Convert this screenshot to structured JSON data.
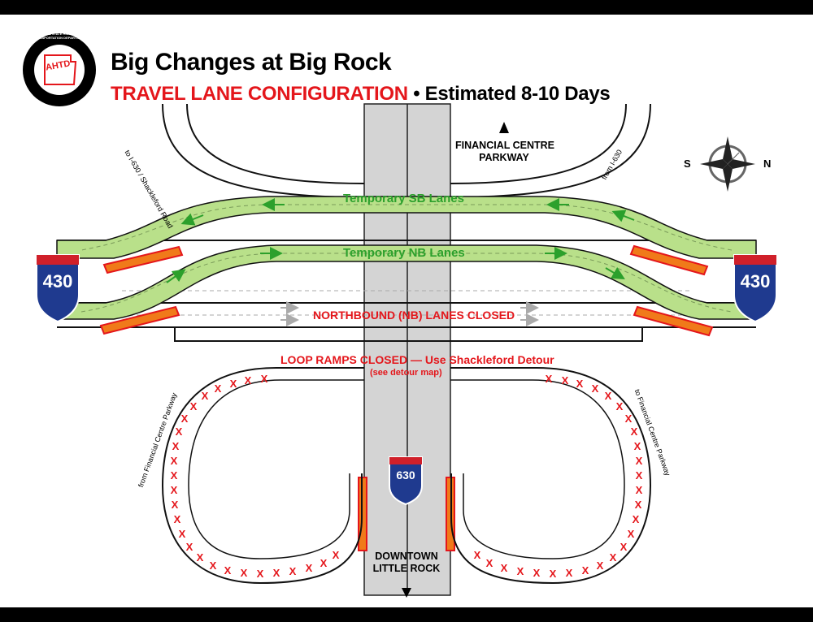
{
  "header": {
    "title": "Big Changes at Big Rock",
    "subtitle_red": "TRAVEL LANE CONFIGURATION",
    "subtitle_rest": "• Estimated 8-10 Days"
  },
  "logo": {
    "center_text": "AHTD",
    "ring_text": "ARKANSAS STATE HIGHWAY AND TRANSPORTATION DEPARTMENT"
  },
  "compass": {
    "south": "S",
    "north": "N"
  },
  "lanes": {
    "sb_temp": "Temporary SB Lanes",
    "nb_temp": "Temporary NB Lanes",
    "nb_closed": "NORTHBOUND (NB) LANES CLOSED",
    "loop_closed": "LOOP RAMPS CLOSED — Use Shackleford Detour",
    "detour_note": "(see detour map)"
  },
  "shields": {
    "i430_left": "430",
    "i430_right": "430",
    "i630": "630"
  },
  "destinations": {
    "financial_line1": "FINANCIAL CENTRE",
    "financial_line2": "PARKWAY",
    "downtown_line1": "DOWNTOWN",
    "downtown_line2": "LITTLE ROCK"
  },
  "ramp_labels": {
    "to_i630_shackleford": "to I-630 / Shackleford Road",
    "from_i630": "from I-630",
    "from_financial": "from Financial Centre Parkway",
    "to_financial": "to Financial Centre Parkway"
  },
  "colors": {
    "temp_lane_green": "#b9e08a",
    "arrow_green": "#2ca02c",
    "closed_red": "#e4161b",
    "barrier_orange": "#f07a1a",
    "i630_gray": "#d4d4d4",
    "shield_blue": "#1f3a8f"
  }
}
